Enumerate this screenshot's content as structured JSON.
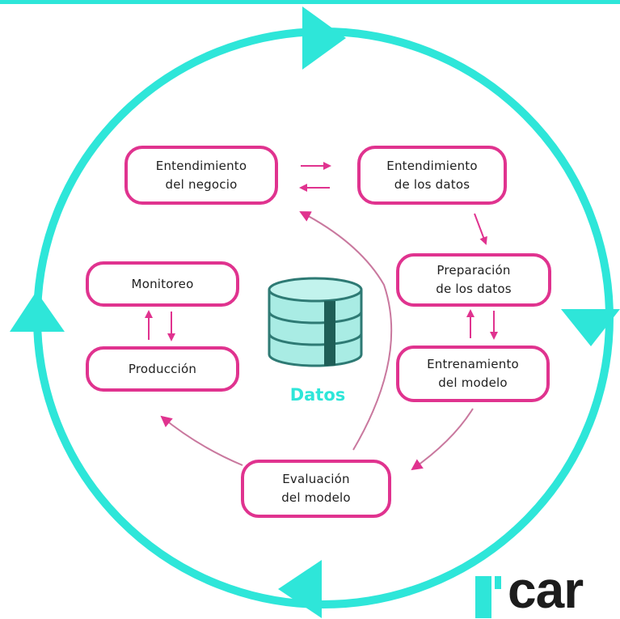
{
  "diagram": {
    "center_label": "Datos",
    "logo_text": "car",
    "steps": {
      "negocio": "Entendimiento\ndel negocio",
      "datos": "Entendimiento\nde los datos",
      "preparacion": "Preparación\nde los datos",
      "entrenamiento": "Entrenamiento\ndel modelo",
      "evaluacion": "Evaluación\ndel modelo",
      "produccion": "Producción",
      "monitoreo": "Monitoreo"
    },
    "colors": {
      "ring": "#2ee6d9",
      "box_border": "#e0338f",
      "arrow": "#e0338f",
      "curve": "#c9789e",
      "database": "#a9ece4",
      "database_stroke": "#2e7a74",
      "database_stripe": "#1e5e57",
      "text": "#1f1f1f"
    },
    "icons": [
      "database-icon"
    ]
  }
}
